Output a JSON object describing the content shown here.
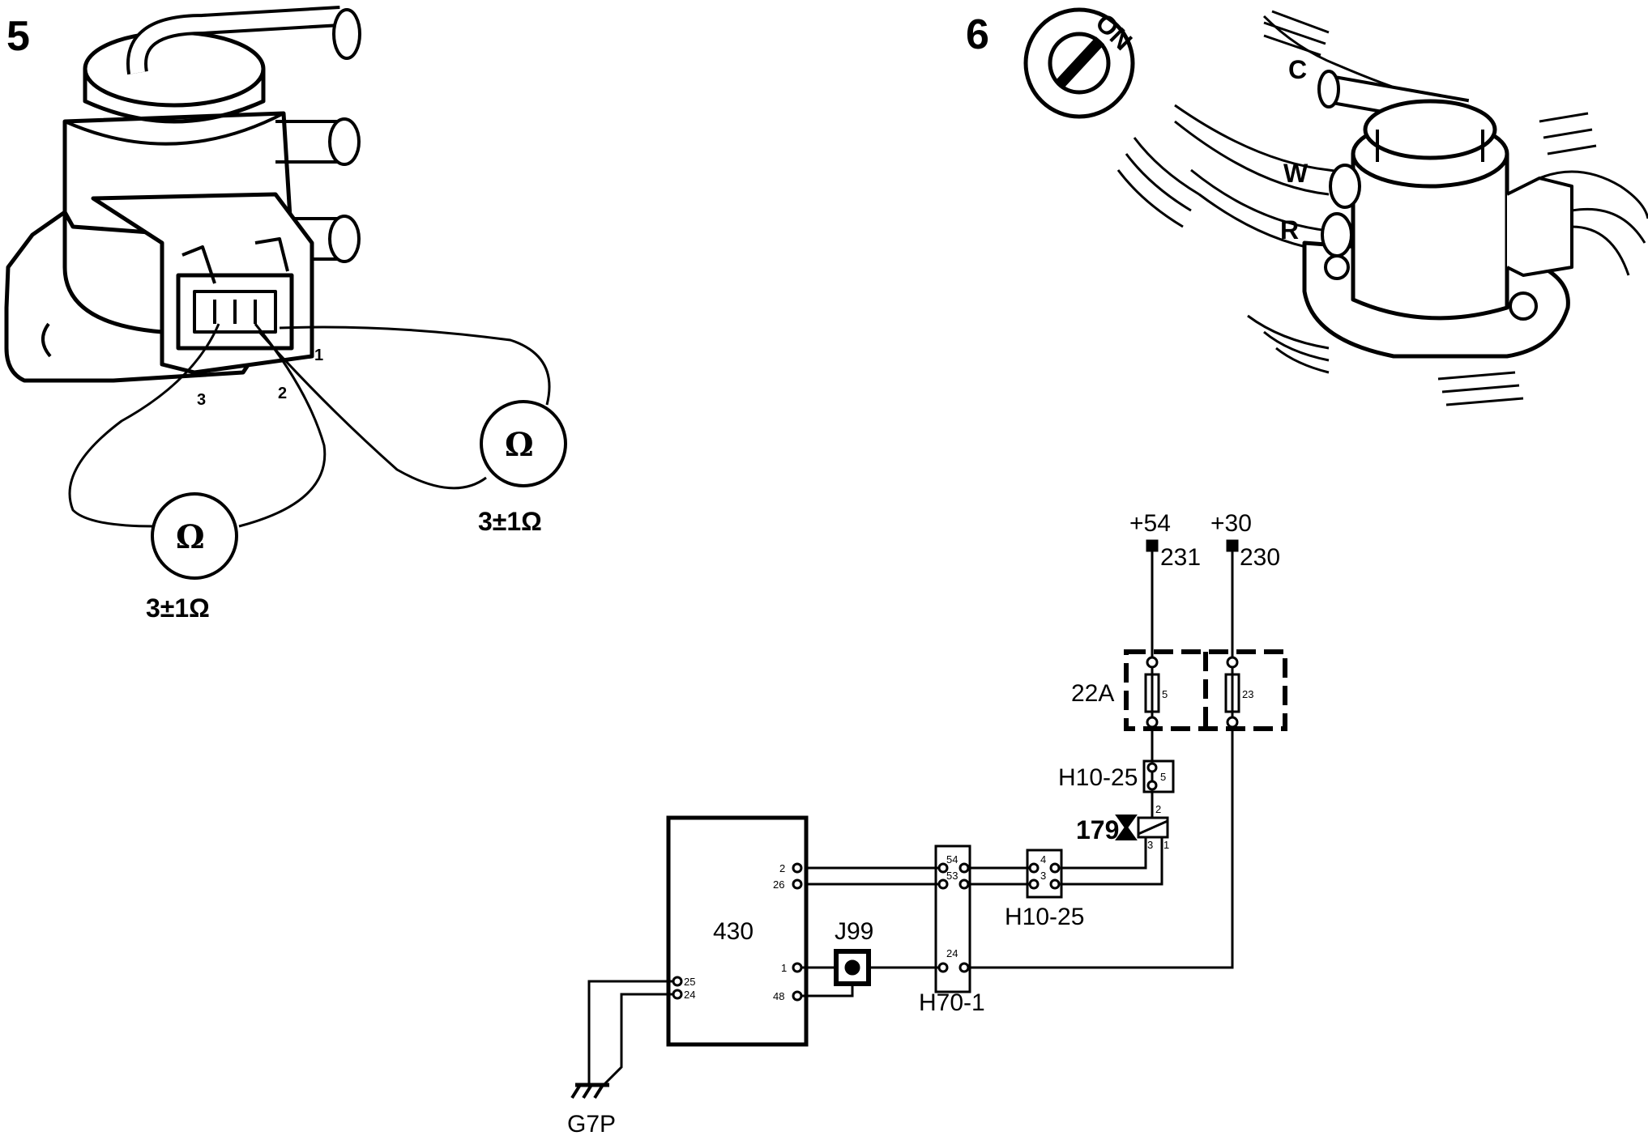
{
  "figure5": {
    "number": "5",
    "pins": [
      "1",
      "2",
      "3"
    ],
    "meter_symbol": "Ω",
    "reading_left": "3±1Ω",
    "reading_right": "3±1Ω"
  },
  "figure6": {
    "number": "6",
    "switch_label": "ON",
    "hose_labels": [
      "C",
      "W",
      "R"
    ]
  },
  "schematic": {
    "supplies": [
      {
        "terminal": "+54",
        "wire": "231"
      },
      {
        "terminal": "+30",
        "wire": "230"
      }
    ],
    "fuse_box": {
      "label": "22A",
      "fuses": [
        "5",
        "23"
      ]
    },
    "connector_top": {
      "label": "H10-25",
      "pin": "5"
    },
    "valve": {
      "label": "179",
      "pins": [
        "2",
        "3",
        "1"
      ]
    },
    "connector_mid": {
      "label": "H10-25",
      "pins": [
        "4",
        "3"
      ]
    },
    "connector_h70": {
      "label": "H70-1",
      "pins": [
        "54",
        "53",
        "24"
      ]
    },
    "ecu": {
      "label": "430",
      "pins_right": [
        "2",
        "26",
        "1",
        "48"
      ],
      "pins_left": [
        "25",
        "24"
      ]
    },
    "junction": {
      "label": "J99"
    },
    "ground": {
      "label": "G7P"
    }
  },
  "colors": {
    "ink": "#000000",
    "paper": "#ffffff"
  }
}
